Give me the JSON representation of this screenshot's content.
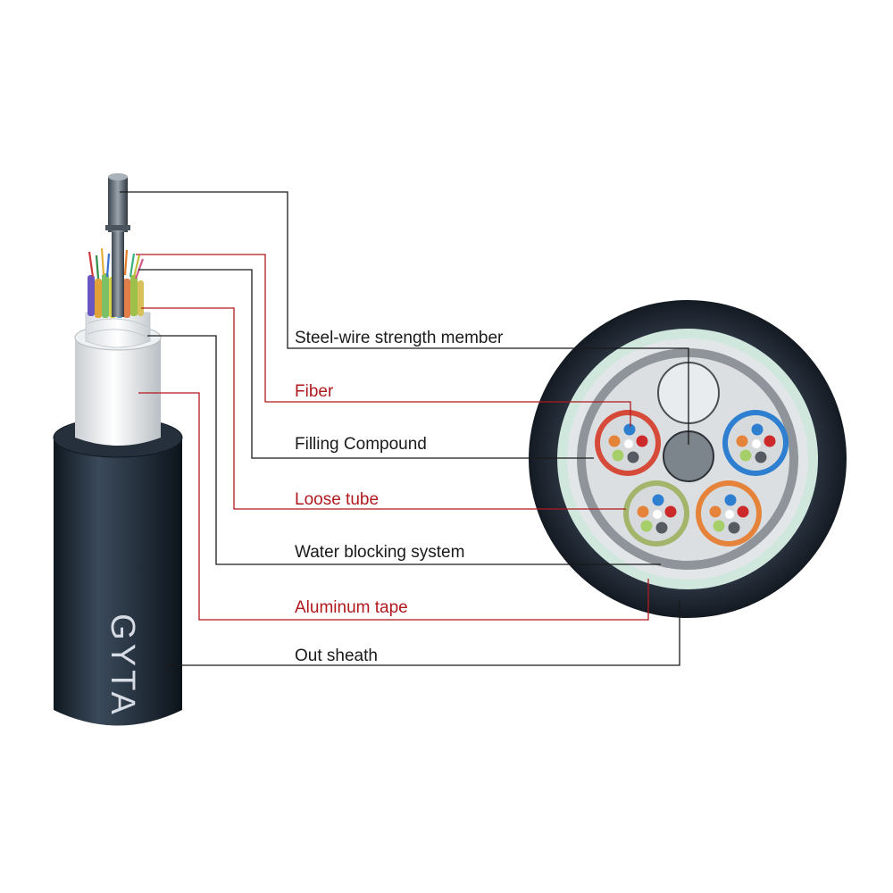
{
  "cable": {
    "print": "GYTA"
  },
  "labels": [
    {
      "key": "strength_member",
      "text": "Steel-wire strength member",
      "color": "black"
    },
    {
      "key": "fiber",
      "text": "Fiber",
      "color": "red"
    },
    {
      "key": "filling",
      "text": "Filling Compound",
      "color": "black"
    },
    {
      "key": "loose_tube",
      "text": "Loose tube",
      "color": "red"
    },
    {
      "key": "water_blocking",
      "text": "Water blocking system",
      "color": "black"
    },
    {
      "key": "aluminum_tape",
      "text": "Aluminum tape",
      "color": "red"
    },
    {
      "key": "out_sheath",
      "text": "Out sheath",
      "color": "black"
    }
  ],
  "colors": {
    "label_black": "#1a1a1a",
    "label_red": "#b0191e",
    "sheath": "#1f2833",
    "aluminum": "#dfe3e6",
    "water_blocking": "#cfe7dc",
    "tube_red": "#d64a3a",
    "tube_blue": "#2f7fd0",
    "tube_green": "#a2b56a",
    "tube_orange": "#e5833a"
  }
}
